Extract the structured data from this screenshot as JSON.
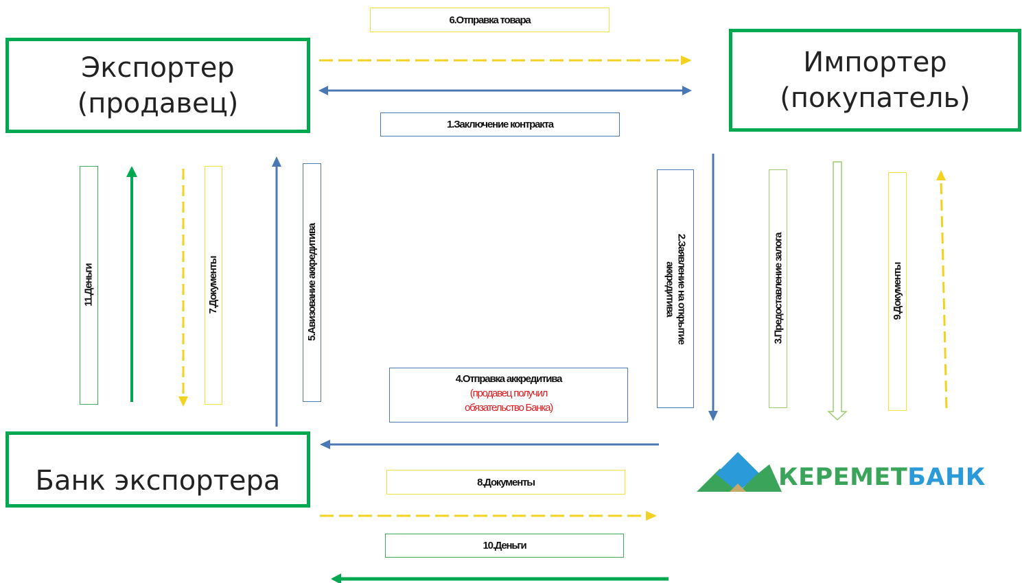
{
  "parties": {
    "exporter": {
      "line1": "Экспортер",
      "line2": "(продавец)"
    },
    "importer": {
      "line1": "Импортер",
      "line2": "(покупатель)"
    },
    "exporter_bank": {
      "name": "Банк экспортера"
    }
  },
  "steps": {
    "s1": "1.Заключение контракта",
    "s2_line1": "2.Заявление на открытие",
    "s2_line2": "аккредитива",
    "s3": "3.Предоставление залога",
    "s4": "4.Отправка аккредитива",
    "s4_note_line1": "(продавец получил",
    "s4_note_line2": "обязательство Банка)",
    "s5": "5.Авизование аккредитива",
    "s6": "6.Отправка товара",
    "s7": "7.Документы",
    "s8": "8.Документы",
    "s9": "9.Документы",
    "s10": "10.Деньги",
    "s11": "11.Деньги"
  },
  "logo": {
    "part1": "КЕРЕМЕТ",
    "part2": "БАНК"
  },
  "colors": {
    "box_border": "#00a850",
    "goods_documents": "#f2d21e",
    "contract_lc": "#4a78b4",
    "money": "#00a850",
    "note_red": "#e3171b"
  }
}
